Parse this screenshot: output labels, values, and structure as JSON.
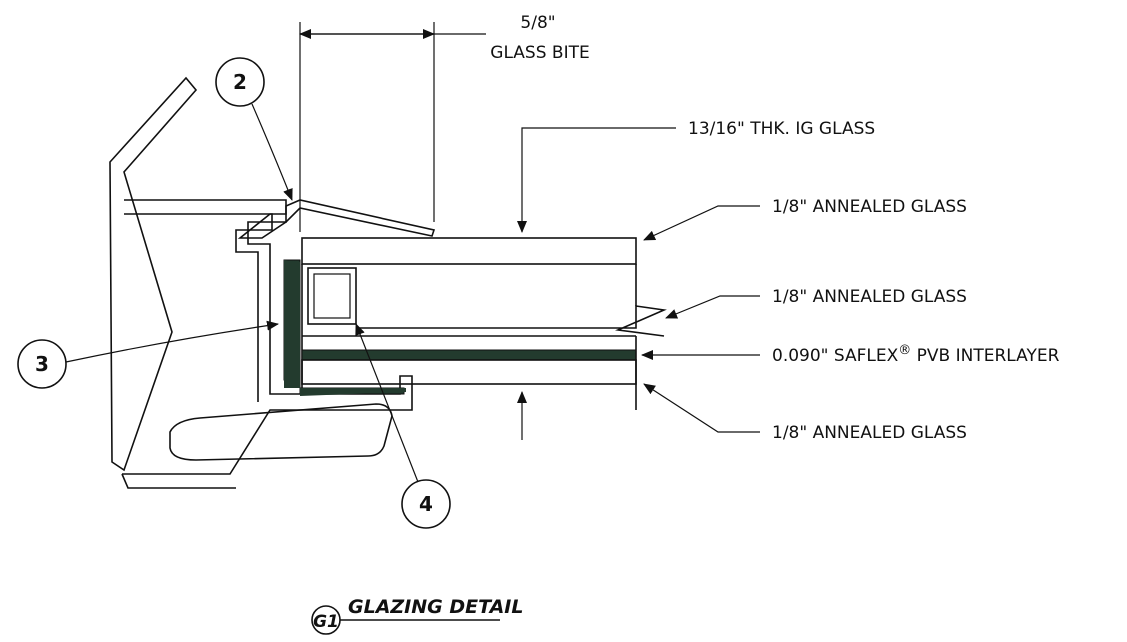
{
  "dimension": {
    "value": "5/8\"",
    "label": "GLASS BITE"
  },
  "callouts": {
    "ig_glass": "13/16\" THK. IG GLASS",
    "annealed_top": "1/8\" ANNEALED GLASS",
    "annealed_middle": "1/8\" ANNEALED GLASS",
    "interlayer_pre": "0.090\" SAFLEX",
    "interlayer_reg": "®",
    "interlayer_post": " PVB INTERLAYER",
    "annealed_bottom": "1/8\" ANNEALED GLASS"
  },
  "balloons": {
    "b2": "2",
    "b3": "3",
    "b4": "4"
  },
  "detail": {
    "tag": "G1",
    "title": "GLAZING DETAIL"
  },
  "colors": {
    "line": "#111111",
    "sealant": "#233b2e",
    "background": "#ffffff"
  }
}
